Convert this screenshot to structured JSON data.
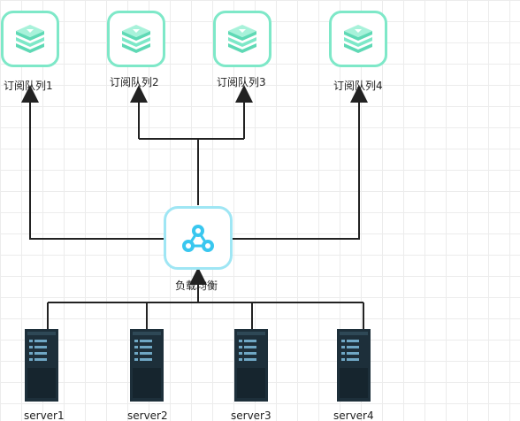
{
  "queues": [
    {
      "label": "订阅队列1"
    },
    {
      "label": "订阅队列2"
    },
    {
      "label": "订阅队列3"
    },
    {
      "label": "订阅队列4"
    }
  ],
  "load_balancer": {
    "label": "负载均衡"
  },
  "servers": [
    {
      "label": "server1"
    },
    {
      "label": "server2"
    },
    {
      "label": "server3"
    },
    {
      "label": "server4"
    }
  ],
  "colors": {
    "queue_border": "#7ee8c8",
    "lb_border": "#9fe6f4",
    "lb_icon": "#39c7ef",
    "server_body": "#1d2f3a",
    "wire": "#222222"
  },
  "icons": {
    "queue": "redis-stack-icon",
    "load_balancer": "load-balancer-nodes-icon",
    "server": "server-rack-icon"
  }
}
